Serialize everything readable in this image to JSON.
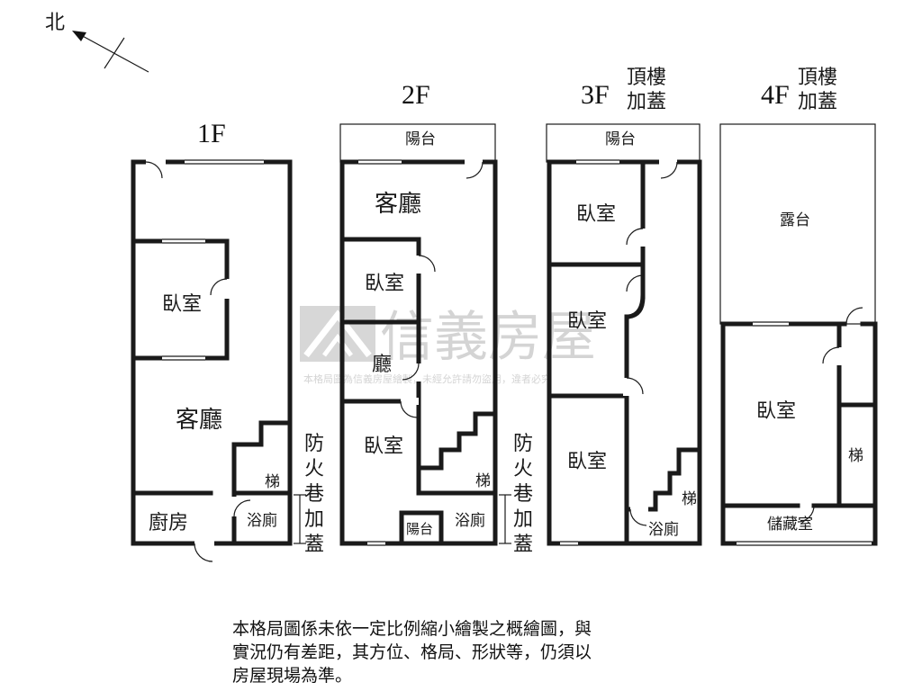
{
  "compass": {
    "label": "北"
  },
  "floors": [
    {
      "id": "1F",
      "label": "1F",
      "suffix": []
    },
    {
      "id": "2F",
      "label": "2F",
      "suffix": []
    },
    {
      "id": "3F",
      "label": "3F",
      "suffix": [
        "頂樓",
        "加蓋"
      ]
    },
    {
      "id": "4F",
      "label": "4F",
      "suffix": [
        "頂樓",
        "加蓋"
      ]
    }
  ],
  "rooms": {
    "f1": {
      "bedroom": "臥室",
      "living": "客廳",
      "kitchen": "廚房",
      "stairs": "梯",
      "bath": "浴廁"
    },
    "f2": {
      "balcony_top": "陽台",
      "living": "客廳",
      "bedroom1": "臥室",
      "hall": "廳",
      "bedroom2": "臥室",
      "stairs": "梯",
      "bath": "浴廁",
      "balcony_small": "陽台"
    },
    "f3": {
      "balcony_top": "陽台",
      "bedroom1": "臥室",
      "bedroom2": "臥室",
      "bedroom3": "臥室",
      "stairs": "梯",
      "bath": "浴廁"
    },
    "f4": {
      "terrace": "露台",
      "bedroom": "臥室",
      "stairs": "梯",
      "storage": "儲藏室"
    }
  },
  "fire_lane": [
    {
      "chars": [
        "防",
        "火",
        "巷",
        "加",
        "蓋"
      ]
    },
    {
      "chars": [
        "防",
        "火",
        "巷",
        "加",
        "蓋"
      ]
    }
  ],
  "watermark": {
    "brand": "信義房屋",
    "notice": "本格局圖為信義房屋繪製，未經允許請勿盜用，違者必究"
  },
  "disclaimer": [
    "本格局圖係未依一定比例縮小繪製之概繪圖，與",
    "實況仍有差距，其方位、格局、形狀等，仍須以",
    "房屋現場為準。"
  ]
}
